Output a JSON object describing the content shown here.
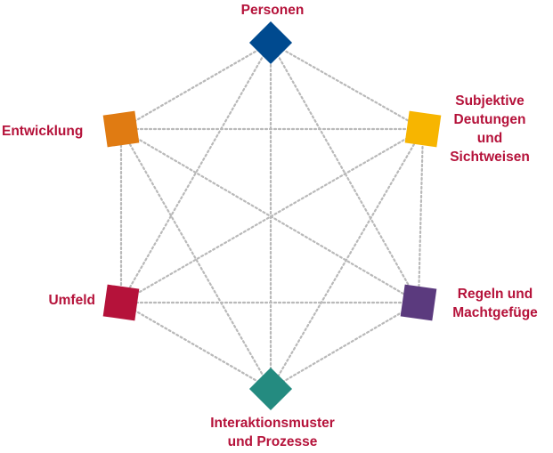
{
  "nodes": [
    {
      "id": "personen",
      "lines": [
        "Personen"
      ],
      "color": "#004a8f",
      "shape": "diamond"
    },
    {
      "id": "deutungen",
      "lines": [
        "Subjektive",
        "Deutungen",
        "und",
        "Sichtweisen"
      ],
      "color": "#f7b500",
      "shape": "square"
    },
    {
      "id": "regeln",
      "lines": [
        "Regeln und",
        "Machtgefüge"
      ],
      "color": "#5b3a7e",
      "shape": "square"
    },
    {
      "id": "interaktion",
      "lines": [
        "Interaktionsmuster",
        "und Prozesse"
      ],
      "color": "#248b80",
      "shape": "diamond"
    },
    {
      "id": "umfeld",
      "lines": [
        "Umfeld"
      ],
      "color": "#b5123a",
      "shape": "square"
    },
    {
      "id": "entwicklung",
      "lines": [
        "Entwicklung"
      ],
      "color": "#e07b12",
      "shape": "square"
    }
  ],
  "styles": {
    "label_color": "#b5123a",
    "connector_color": "#b9b9b9"
  }
}
